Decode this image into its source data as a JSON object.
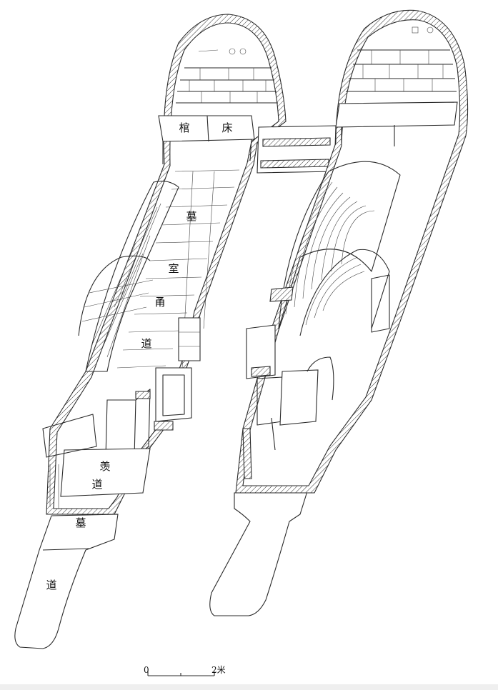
{
  "labels": {
    "coffin_1": "棺",
    "coffin_2": "床",
    "chamber_1": "墓",
    "chamber_2": "室",
    "passage_1": "甬",
    "passage_2": "道",
    "ramp_1": "羡",
    "ramp_2": "道",
    "approach_1": "墓",
    "approach_2": "道"
  },
  "scale": {
    "start": "0",
    "end": "2米"
  }
}
